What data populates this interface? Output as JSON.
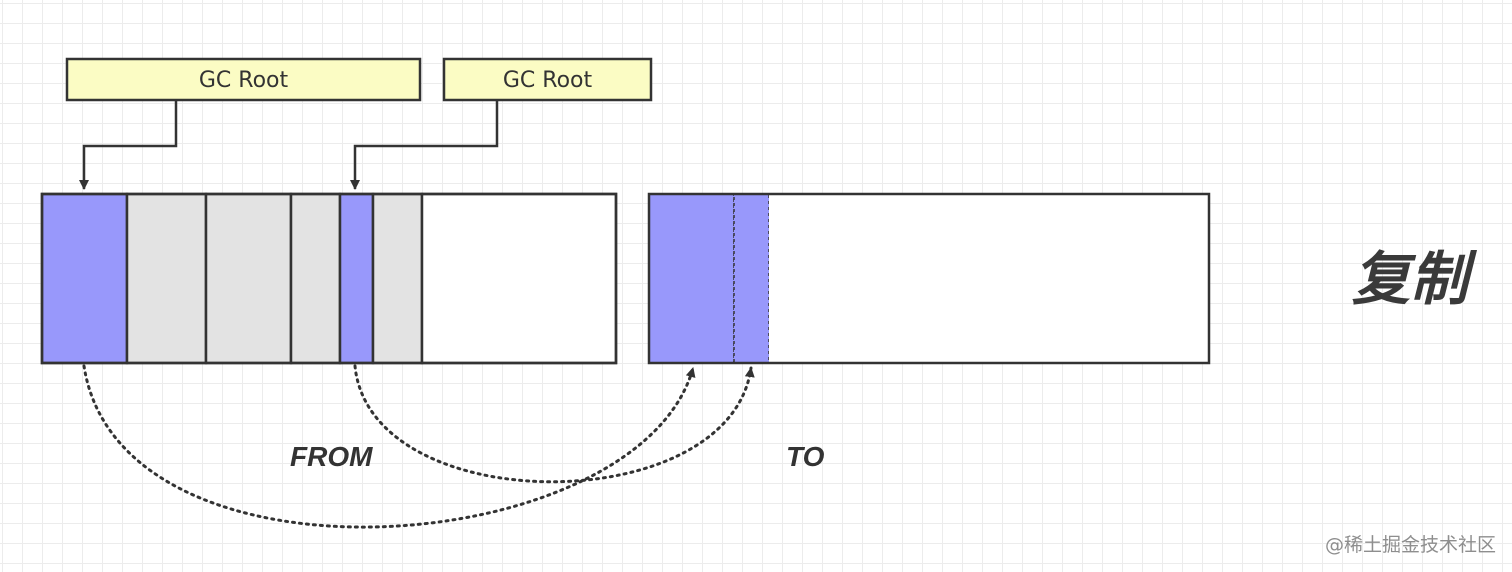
{
  "gc_roots": [
    {
      "label": "GC Root"
    },
    {
      "label": "GC Root"
    }
  ],
  "from_space": {
    "label": "FROM",
    "cells": [
      {
        "state": "live"
      },
      {
        "state": "garbage"
      },
      {
        "state": "garbage"
      },
      {
        "state": "garbage"
      },
      {
        "state": "live"
      },
      {
        "state": "garbage"
      },
      {
        "state": "free"
      }
    ]
  },
  "to_space": {
    "label": "TO",
    "cells": [
      {
        "state": "copied"
      },
      {
        "state": "copied"
      },
      {
        "state": "free"
      }
    ]
  },
  "title": "复制",
  "watermark": "@稀土掘金技术社区",
  "colors": {
    "live": "#9898fb",
    "garbage": "#e3e3e3",
    "free": "#ffffff",
    "root_fill": "#fbfcc4",
    "stroke": "#333333"
  }
}
